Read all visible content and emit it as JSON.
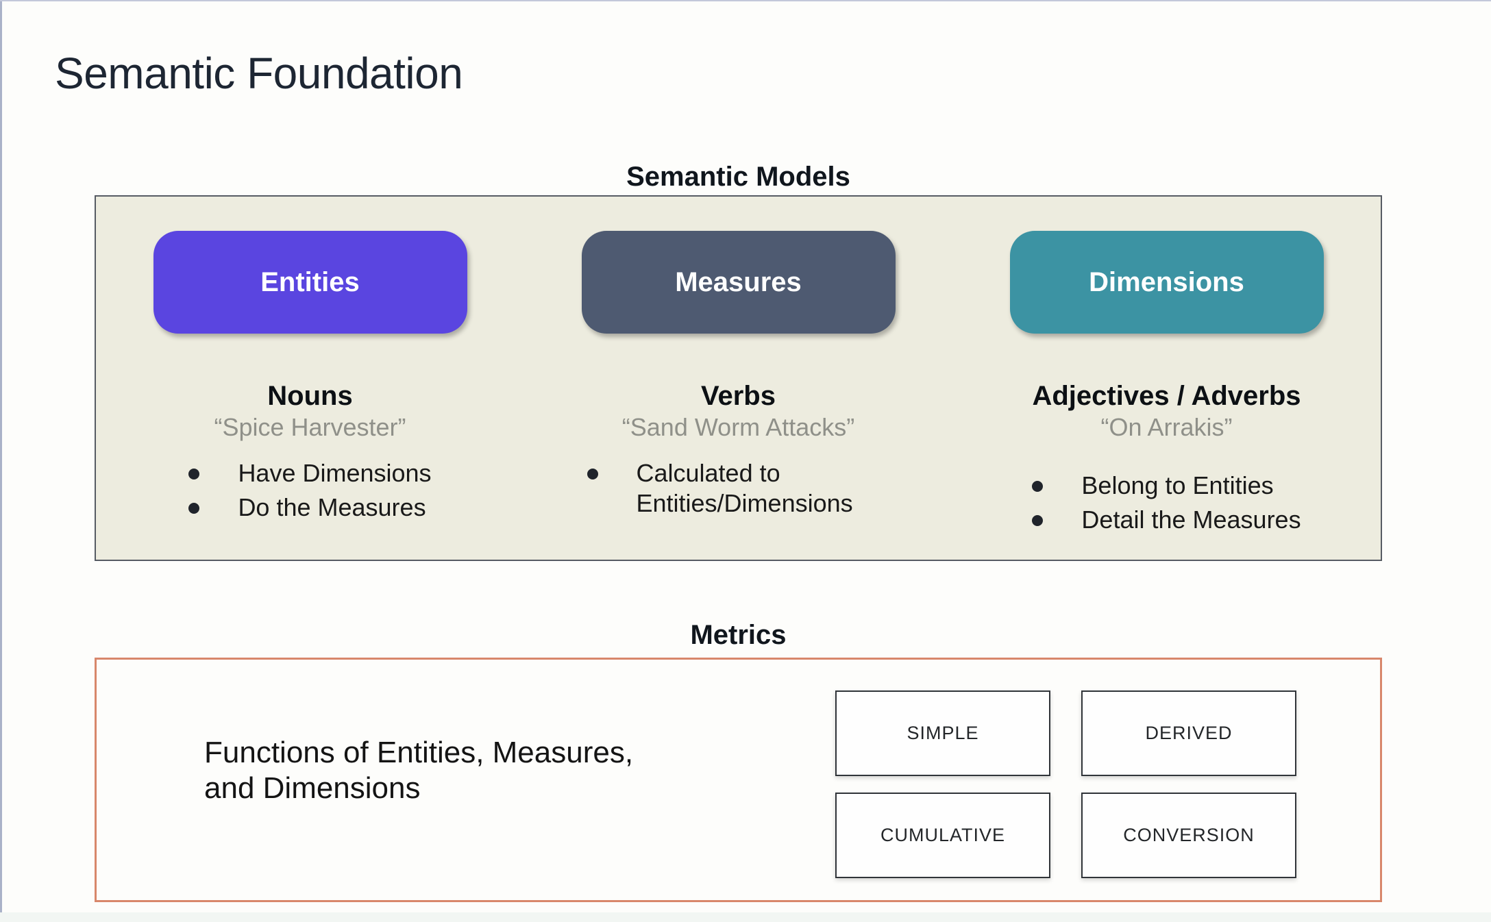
{
  "title": "Semantic Foundation",
  "semantic_models": {
    "heading": "Semantic Models",
    "panel_bg": "#edecdf",
    "columns": [
      {
        "button": "Entities",
        "color": "#5a45e0",
        "heading": "Nouns",
        "quote": "“Spice Harvester”",
        "bullets": [
          "Have Dimensions",
          "Do the Measures"
        ]
      },
      {
        "button": "Measures",
        "color": "#4e5a71",
        "heading": "Verbs",
        "quote": "“Sand Worm Attacks”",
        "bullets": [
          "Calculated to Entities/Dimensions"
        ]
      },
      {
        "button": "Dimensions",
        "color": "#3c93a3",
        "heading": "Adjectives / Adverbs",
        "quote": "“On Arrakis”",
        "bullets": [
          "Belong to Entities",
          "Detail the Measures"
        ]
      }
    ]
  },
  "metrics": {
    "heading": "Metrics",
    "border_color": "#d8876b",
    "description": "Functions of Entities, Measures, and Dimensions",
    "types": [
      "SIMPLE",
      "DERIVED",
      "CUMULATIVE",
      "CONVERSION"
    ]
  }
}
